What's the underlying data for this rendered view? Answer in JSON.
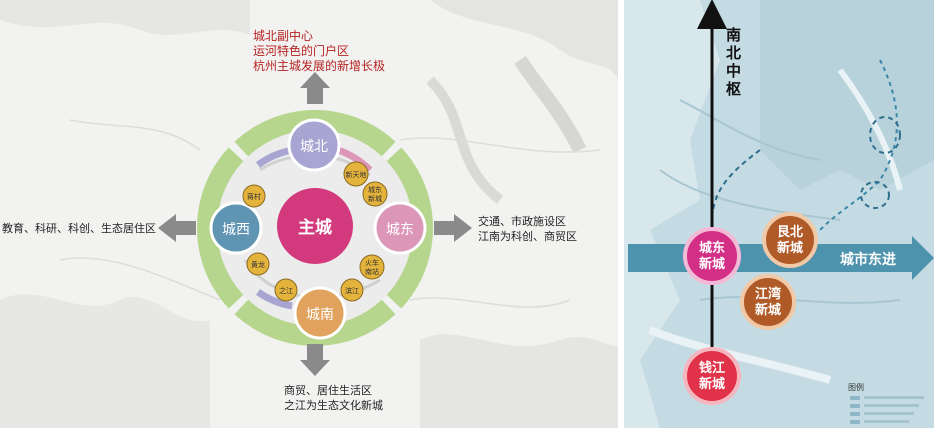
{
  "left_diagram": {
    "north_text": [
      "城北副中心",
      "运河特色的门户区",
      "杭州主城发展的新增长极"
    ],
    "west_text": "教育、科研、科创、生态居住区",
    "east_text": [
      "交通、市政施设区",
      "江南为科创、商贸区"
    ],
    "south_text": [
      "商贸、居住生活区",
      "之江为生态文化新城"
    ],
    "center_label": "主城",
    "districts": {
      "north": "城北",
      "west": "城西",
      "east": "城东",
      "south": "城南"
    },
    "nodes": {
      "xintiandi": "新天地",
      "chengdong_xincheng": [
        "城东",
        "新城"
      ],
      "jiangcun": "蒋村",
      "huangcun": "黄龙",
      "zhijiang": "之江",
      "binjiang": "滨江",
      "huoche_nanzhan": [
        "火车",
        "南站"
      ]
    },
    "colors": {
      "ring_green": "#b5d68c",
      "center": "#d23a7d",
      "north": "#a9a5d3",
      "west": "#5f95b3",
      "east": "#dc97b8",
      "south": "#e1a25e",
      "node": "#e3b33c",
      "text_red": "#b62323",
      "arrow": "#8a8a8a"
    }
  },
  "right_map": {
    "axis_label": [
      "南",
      "北",
      "中",
      "枢"
    ],
    "east_label": "城市东进",
    "circles": [
      {
        "name": "chengdong",
        "lines": [
          "城东",
          "新城"
        ],
        "color": "#d42f86"
      },
      {
        "name": "genbei",
        "lines": [
          "艮北",
          "新城"
        ],
        "color": "#b05a28"
      },
      {
        "name": "jiangwan",
        "lines": [
          "江湾",
          "新城"
        ],
        "color": "#b05a28"
      },
      {
        "name": "qianjiang",
        "lines": [
          "钱江",
          "新城"
        ],
        "color": "#e0334a"
      }
    ],
    "legend_title": "图例",
    "colors": {
      "map_bg": "#c4dbe3",
      "band": "#4d93ae",
      "axis": "#111111"
    }
  }
}
